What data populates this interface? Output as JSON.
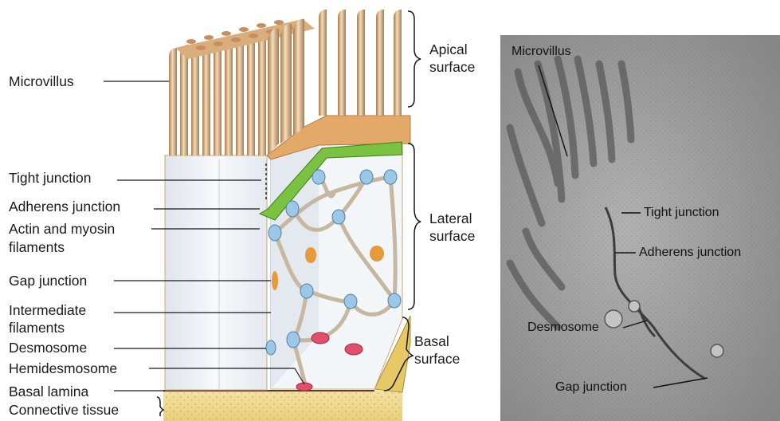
{
  "left_panel": {
    "labels": {
      "microvillus": "Microvillus",
      "tight_junction": "Tight junction",
      "adherens_junction": "Adherens junction",
      "actin_myosin_line1": "Actin and myosin",
      "actin_myosin_line2": "filaments",
      "gap_junction": "Gap junction",
      "intermediate_line1": "Intermediate",
      "intermediate_line2": "filaments",
      "desmosome": "Desmosome",
      "hemidesmosome": "Hemidesmosome",
      "basal_lamina": "Basal lamina",
      "connective_tissue": "Connective tissue"
    },
    "surfaces": {
      "apical_line1": "Apical",
      "apical_line2": "surface",
      "lateral_line1": "Lateral",
      "lateral_line2": "surface",
      "basal_line1": "Basal",
      "basal_line2": "surface"
    }
  },
  "right_panel": {
    "labels": {
      "microvillus": "Microvillus",
      "tight_junction": "Tight junction",
      "adherens_junction": "Adherens junction",
      "desmosome": "Desmosome",
      "gap_junction": "Gap junction"
    }
  },
  "colors": {
    "microvilli": "#d9b489",
    "cytoplasm": "#eef2f6",
    "actin_belt": "#7cc242",
    "desmosome_plaque": "#9cc8e8",
    "hemidesmosome": "#e0506a",
    "gap_junction": "#e79a3a",
    "connective_tissue": "#f2dc92",
    "micrograph": "#9a9a9a"
  }
}
